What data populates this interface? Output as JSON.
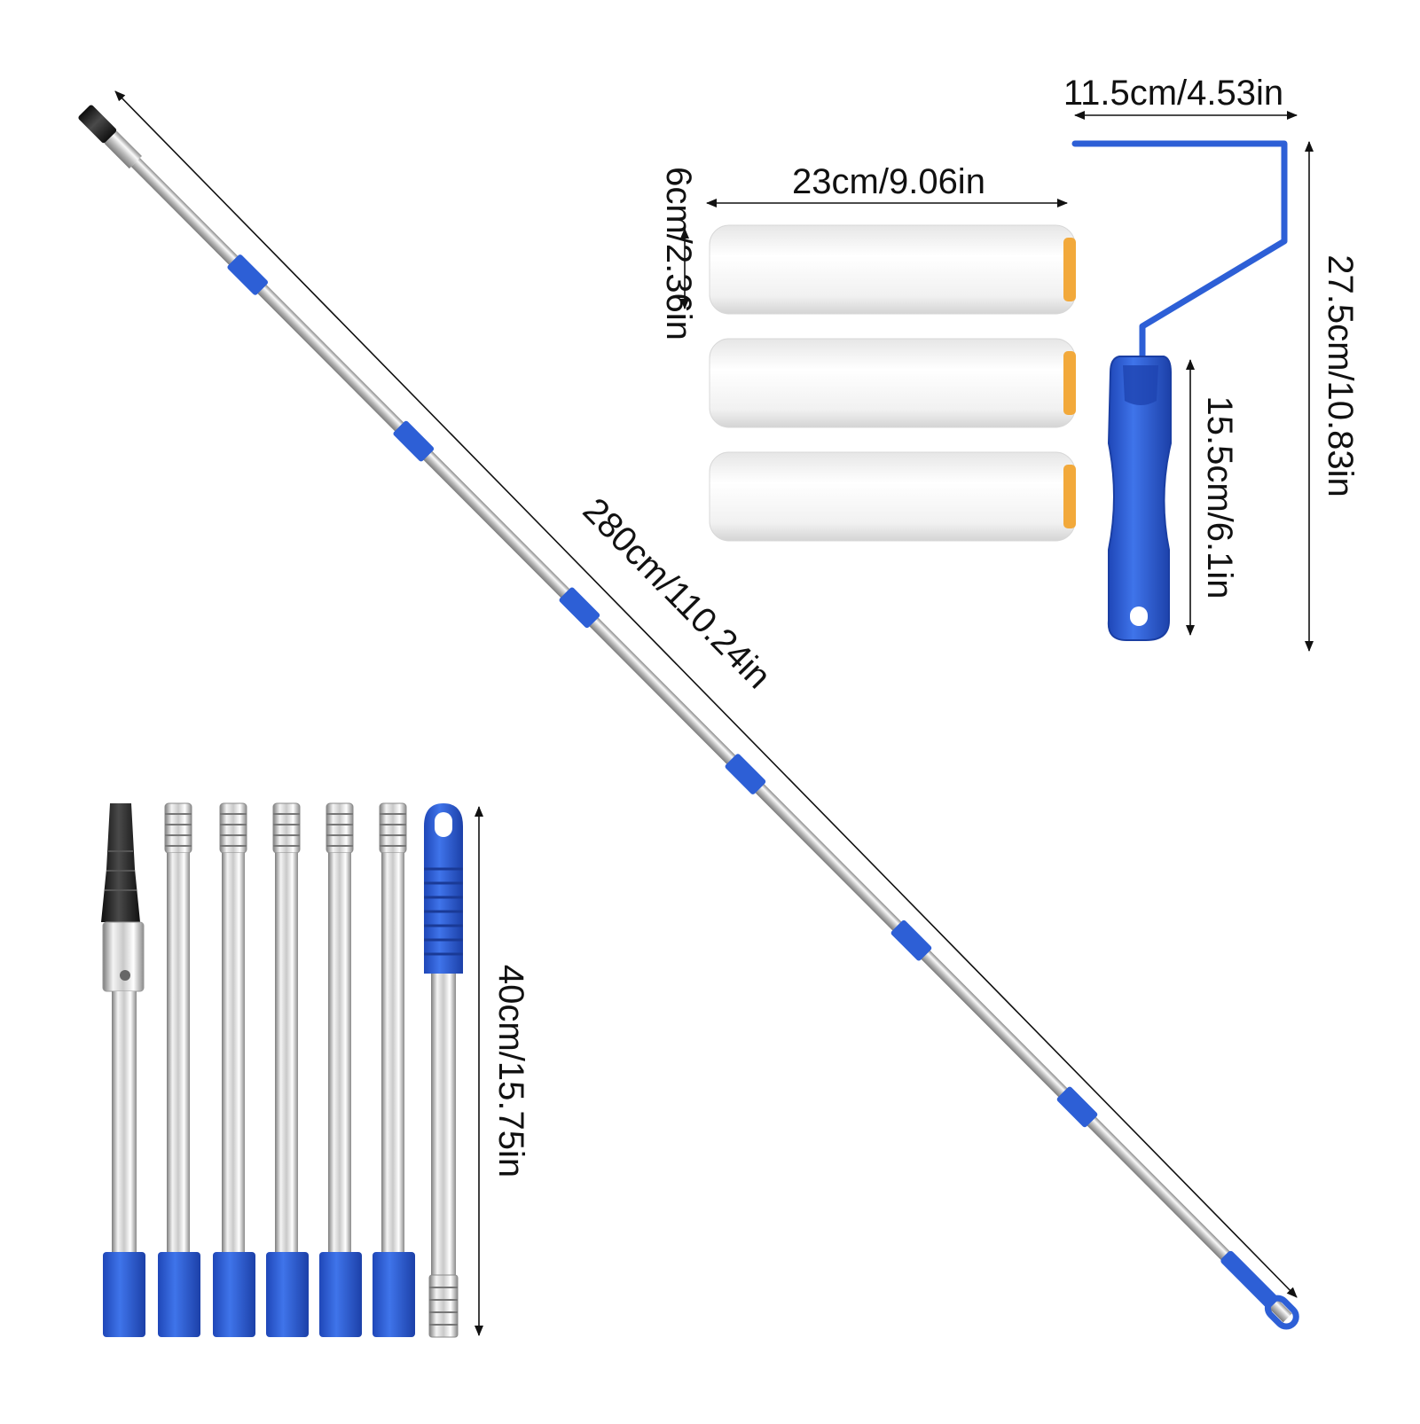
{
  "dimensions": {
    "pole_length": "280cm/110.24in",
    "frame_width": "11.5cm/4.53in",
    "frame_height": "27.5cm/10.83in",
    "handle_length": "15.5cm/6.1in",
    "roller_length": "23cm/9.06in",
    "roller_diameter": "6cm/2.36in",
    "section_length": "40cm/15.75in"
  },
  "colors": {
    "accent_blue": "#2d5fd6",
    "steel_light": "#f2f2f2",
    "steel_dark": "#8a8a8a",
    "roller_white": "#fbfbfb",
    "roller_end": "#f2a93b",
    "thread_black": "#1c1c1c"
  },
  "counts": {
    "roller_covers": 3,
    "pole_sections": 7
  }
}
